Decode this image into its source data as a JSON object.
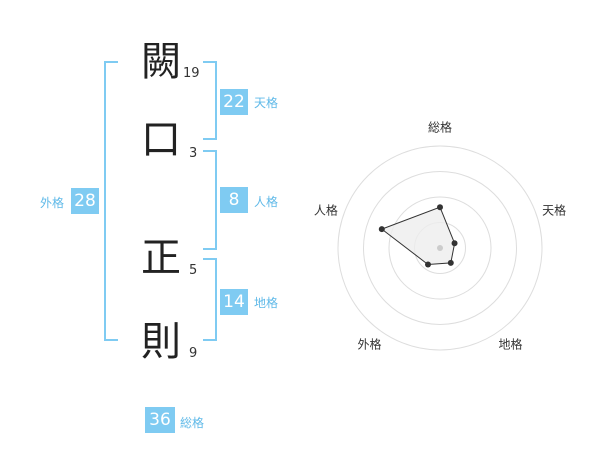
{
  "name": {
    "chars": [
      {
        "char": "闕",
        "strokes": "19"
      },
      {
        "char": "口",
        "strokes": "3"
      },
      {
        "char": "正",
        "strokes": "5"
      },
      {
        "char": "則",
        "strokes": "9"
      }
    ]
  },
  "fortunes": {
    "tenkaku": {
      "value": "22",
      "label": "天格"
    },
    "jinkaku": {
      "value": "8",
      "label": "人格"
    },
    "chikaku": {
      "value": "14",
      "label": "地格"
    },
    "gaikaku": {
      "value": "28",
      "label": "外格"
    },
    "soukaku": {
      "value": "36",
      "label": "総格"
    }
  },
  "colors": {
    "accent": "#7fcbf2",
    "accent_text": "#5fb9e8",
    "polygon_fill": "#eeeeee"
  },
  "chart_data": {
    "type": "radar",
    "axes": [
      "総格",
      "天格",
      "地格",
      "外格",
      "人格"
    ],
    "values": [
      0.4,
      0.15,
      0.18,
      0.2,
      0.6
    ],
    "max": 1,
    "rings": 4
  }
}
